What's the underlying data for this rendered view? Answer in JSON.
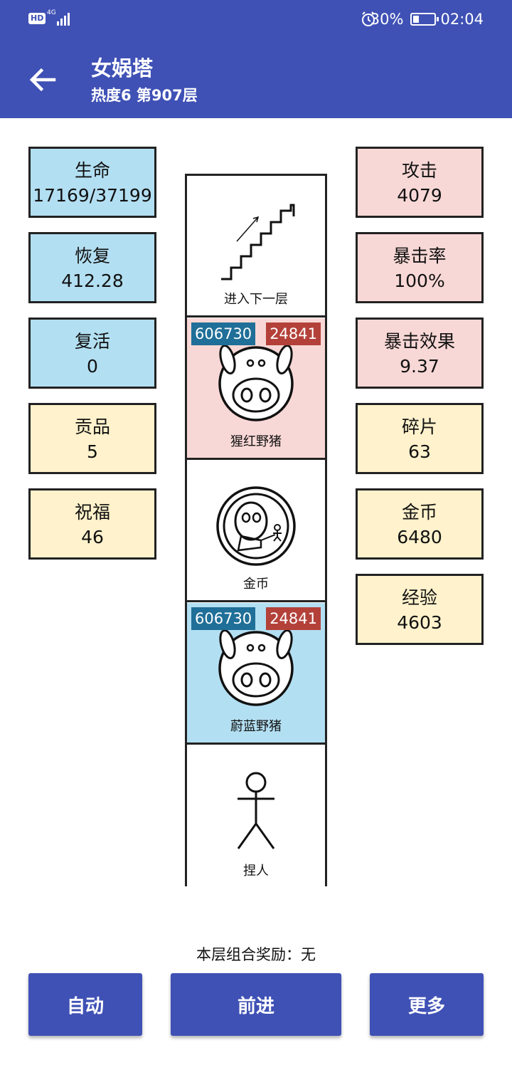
{
  "status_bar": {
    "hd": "HD",
    "network": "4G",
    "battery_percent": "30%",
    "battery_level": 0.3,
    "time": "02:04"
  },
  "app_bar": {
    "title": "女娲塔",
    "subtitle": "热度6 第907层"
  },
  "left_stats": [
    {
      "label": "生命",
      "value": "17169/37199",
      "color": "#b3dff2"
    },
    {
      "label": "恢复",
      "value": "412.28",
      "color": "#b3dff2"
    },
    {
      "label": "复活",
      "value": "0",
      "color": "#b3dff2"
    },
    {
      "label": "贡品",
      "value": "5",
      "color": "#fff2cc"
    },
    {
      "label": "祝福",
      "value": "46",
      "color": "#fff2cc"
    }
  ],
  "right_stats": [
    {
      "label": "攻击",
      "value": "4079",
      "color": "#f8d8d6"
    },
    {
      "label": "暴击率",
      "value": "100%",
      "color": "#f8d8d6"
    },
    {
      "label": "暴击效果",
      "value": "9.37",
      "color": "#f8d8d6"
    },
    {
      "label": "碎片",
      "value": "63",
      "color": "#fff2cc"
    },
    {
      "label": "金币",
      "value": "6480",
      "color": "#fff2cc"
    },
    {
      "label": "经验",
      "value": "4603",
      "color": "#fff2cc"
    }
  ],
  "tower": [
    {
      "name": "进入下一层",
      "icon": "stairs-icon",
      "bg": "#ffffff"
    },
    {
      "name": "猩红野猪",
      "icon": "boar-icon",
      "bg": "#f8d8d6",
      "hp": "606730",
      "attack": "24841"
    },
    {
      "name": "金币",
      "icon": "coin-icon",
      "bg": "#ffffff"
    },
    {
      "name": "蔚蓝野猪",
      "icon": "boar-icon",
      "bg": "#b3dff2",
      "hp": "606730",
      "attack": "24841"
    },
    {
      "name": "捏人",
      "icon": "stick-figure-icon",
      "bg": "#ffffff"
    }
  ],
  "combo_text": "本层组合奖励：无",
  "buttons": {
    "auto": "自动",
    "forward": "前进",
    "more": "更多"
  },
  "colors": {
    "primary": "#3f51b5",
    "hp_badge": "#1f6f98",
    "attack_badge": "#b3413a"
  }
}
